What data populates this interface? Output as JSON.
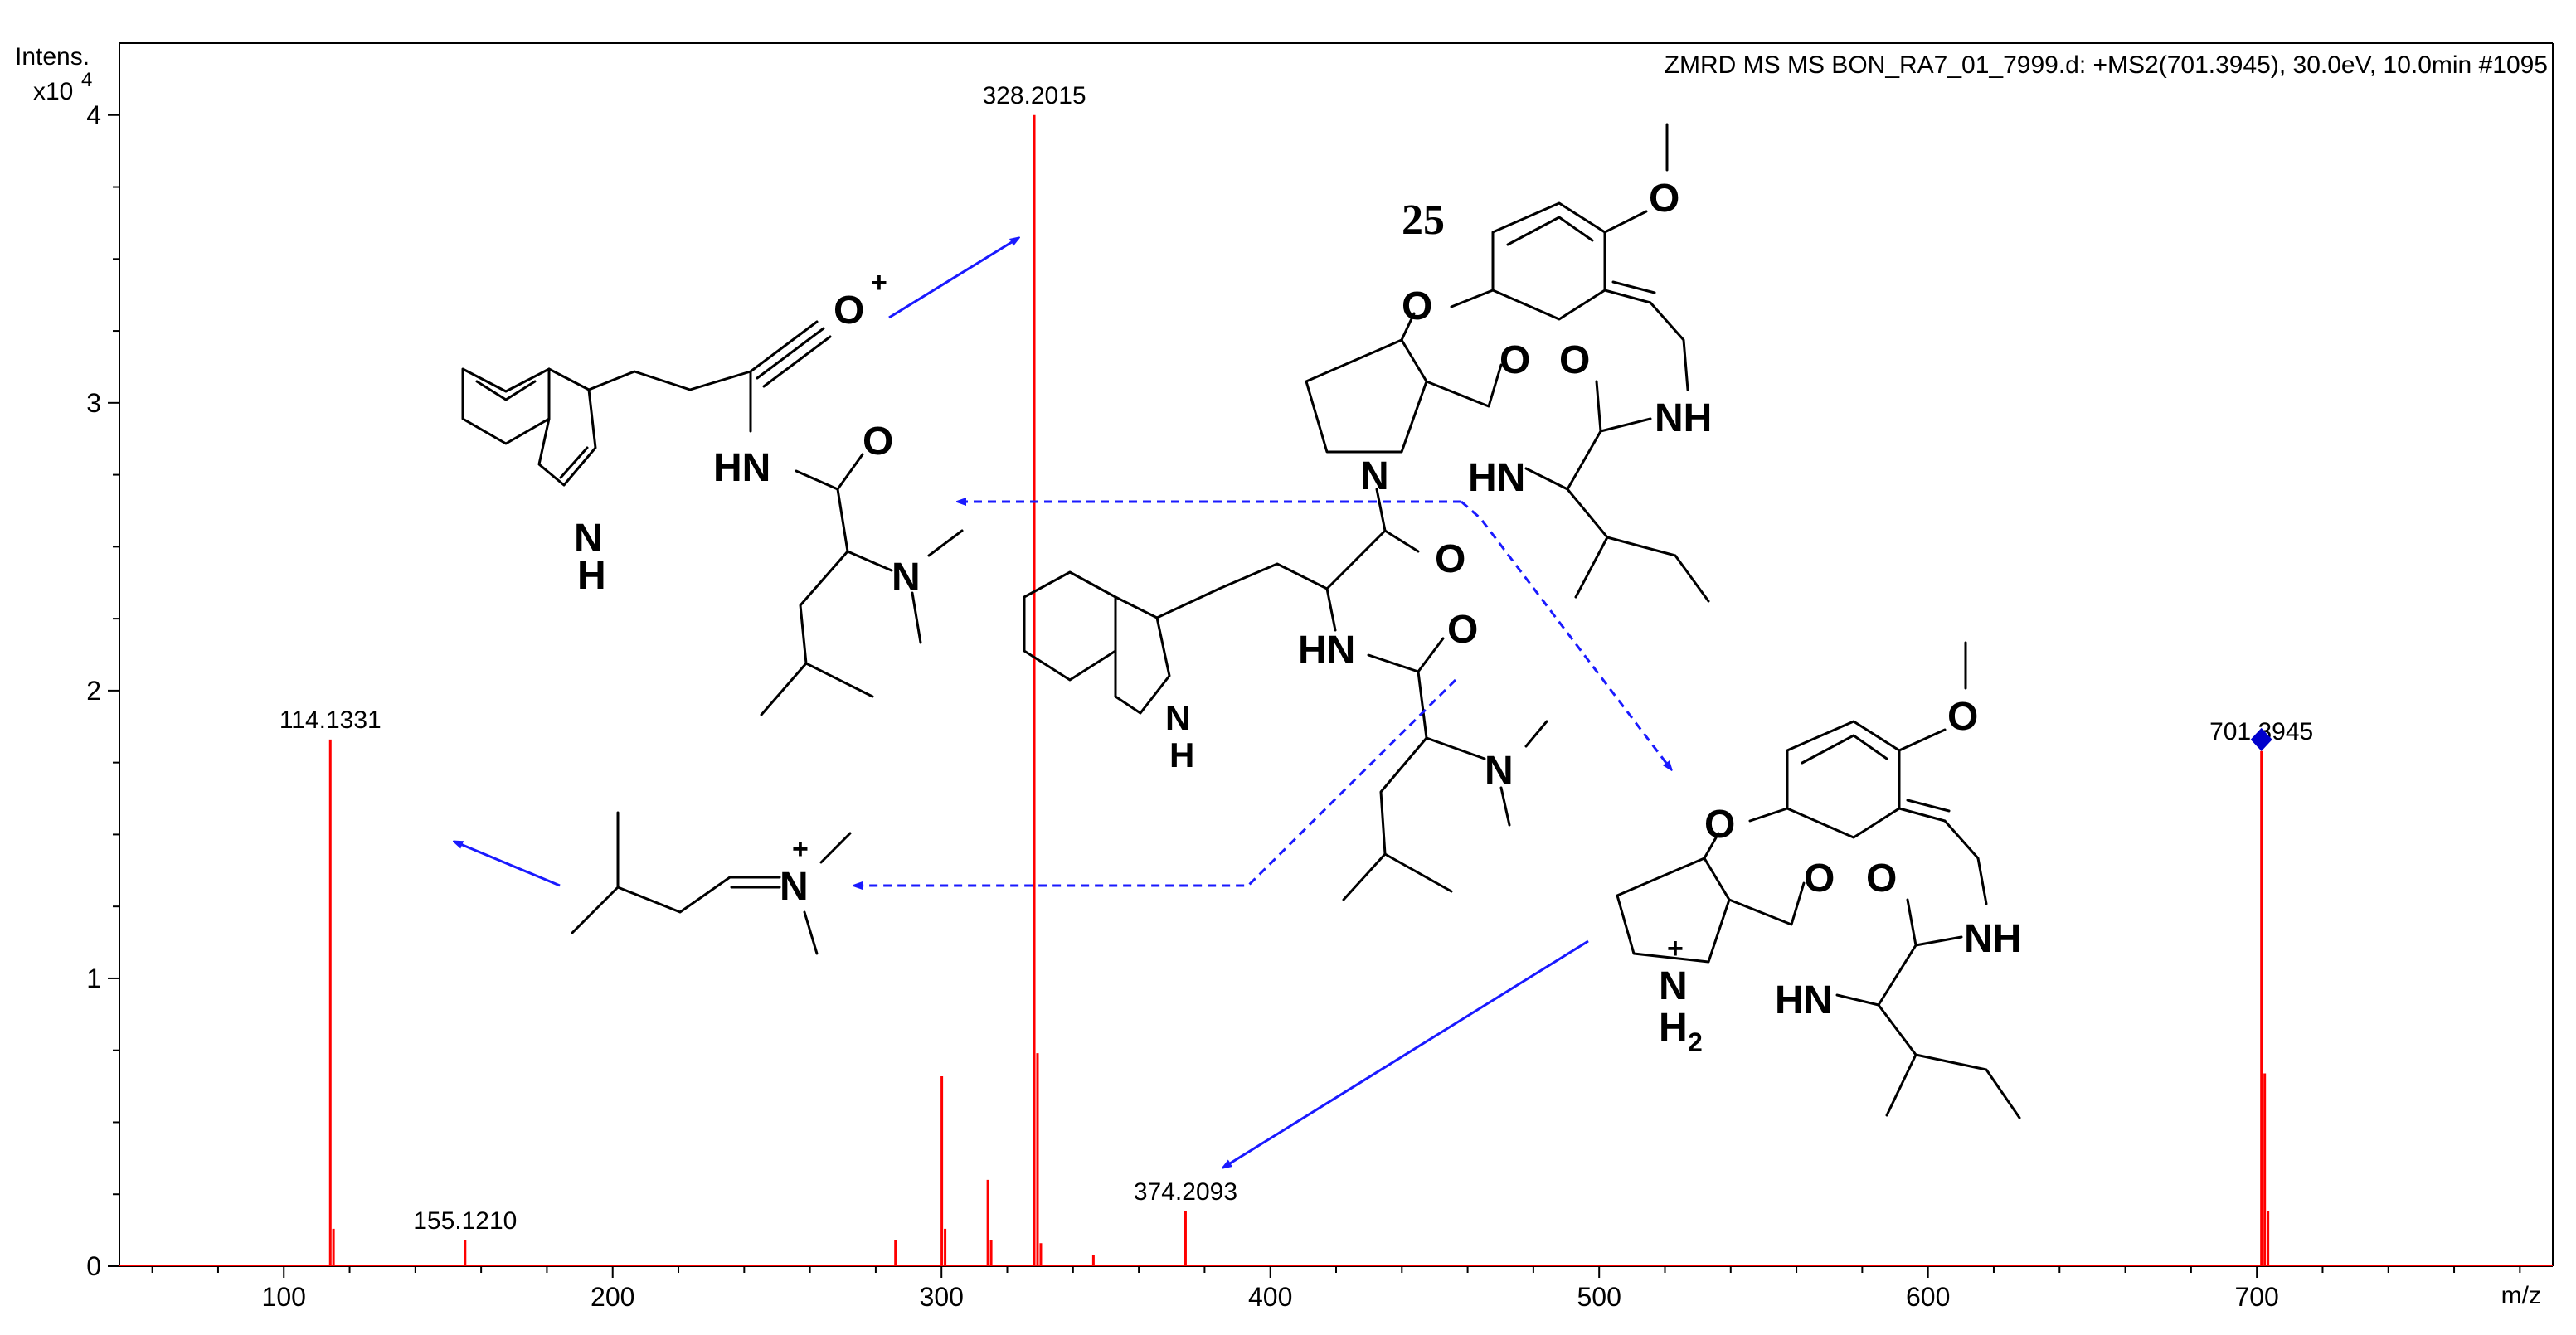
{
  "header": {
    "ylabel": "Intens.",
    "yexponent_base": "x10",
    "yexponent_power": "4",
    "spectrum_info": "ZMRD MS MS BON_RA7_01_7999.d: +MS2(701.3945), 30.0eV, 10.0min #1095"
  },
  "chart_data": {
    "type": "bar",
    "title": "ZMRD MS MS BON_RA7_01_7999.d: +MS2(701.3945), 30.0eV, 10.0min #1095",
    "xlabel": "m/z",
    "ylabel": "Intens. x10^4",
    "xlim": [
      50,
      790
    ],
    "ylim": [
      0,
      4.25
    ],
    "x_ticks": [
      100,
      200,
      300,
      400,
      500,
      600,
      700
    ],
    "y_ticks": [
      0,
      1,
      2,
      3,
      4
    ],
    "tick_labels_x": [
      "100",
      "200",
      "300",
      "400",
      "500",
      "600",
      "700"
    ],
    "tick_labels_y": [
      "0",
      "1",
      "2",
      "3",
      "4"
    ],
    "peak_color": "#ff0000",
    "precursor_marker_color": "#0000cc",
    "precursor_mz": 701.3945,
    "peaks": [
      {
        "mz": 114.1331,
        "intensity": 1.83,
        "label": "114.1331"
      },
      {
        "mz": 115.1,
        "intensity": 0.13,
        "label": ""
      },
      {
        "mz": 155.121,
        "intensity": 0.09,
        "label": "155.1210"
      },
      {
        "mz": 286.0,
        "intensity": 0.09,
        "label": ""
      },
      {
        "mz": 300.1,
        "intensity": 0.66,
        "label": ""
      },
      {
        "mz": 301.1,
        "intensity": 0.13,
        "label": ""
      },
      {
        "mz": 314.1,
        "intensity": 0.3,
        "label": ""
      },
      {
        "mz": 315.1,
        "intensity": 0.09,
        "label": ""
      },
      {
        "mz": 328.2015,
        "intensity": 4.0,
        "label": "328.2015"
      },
      {
        "mz": 329.2,
        "intensity": 0.74,
        "label": ""
      },
      {
        "mz": 330.2,
        "intensity": 0.08,
        "label": ""
      },
      {
        "mz": 346.2,
        "intensity": 0.04,
        "label": ""
      },
      {
        "mz": 374.2093,
        "intensity": 0.19,
        "label": "374.2093"
      },
      {
        "mz": 701.3945,
        "intensity": 1.79,
        "label": "701.3945"
      },
      {
        "mz": 702.4,
        "intensity": 0.67,
        "label": ""
      },
      {
        "mz": 703.4,
        "intensity": 0.19,
        "label": ""
      }
    ]
  },
  "structures": {
    "compound_number": "25",
    "acylium_O": "O",
    "acylium_charge": "+",
    "left_NH_indole": "N",
    "left_H_indole": "H",
    "left_HN_amide": "HN",
    "left_O_amide": "O",
    "left_N_dimethyl": "N",
    "center_O_ether": "O",
    "center_O_methoxy": "O",
    "center_O_1": "O",
    "center_O_2": "O",
    "center_NH_macro": "NH",
    "center_N_pyrrolidine": "N",
    "center_HN_1": "HN",
    "center_O_3": "O",
    "center_HN_2": "HN",
    "center_O_4": "O",
    "center_N_indole": "N",
    "center_H_indole": "H",
    "center_N_dimethyl": "N",
    "iminium_N": "N",
    "iminium_charge": "+",
    "right_O_methoxy": "O",
    "right_O_ether": "O",
    "right_O_1": "O",
    "right_O_2": "O",
    "right_NH_macro": "NH",
    "right_charge": "+",
    "right_NH2_N": "N",
    "right_NH2_H": "H",
    "right_NH2_sub": "2",
    "right_HN": "HN"
  },
  "arrow_color": "#1a1aff"
}
